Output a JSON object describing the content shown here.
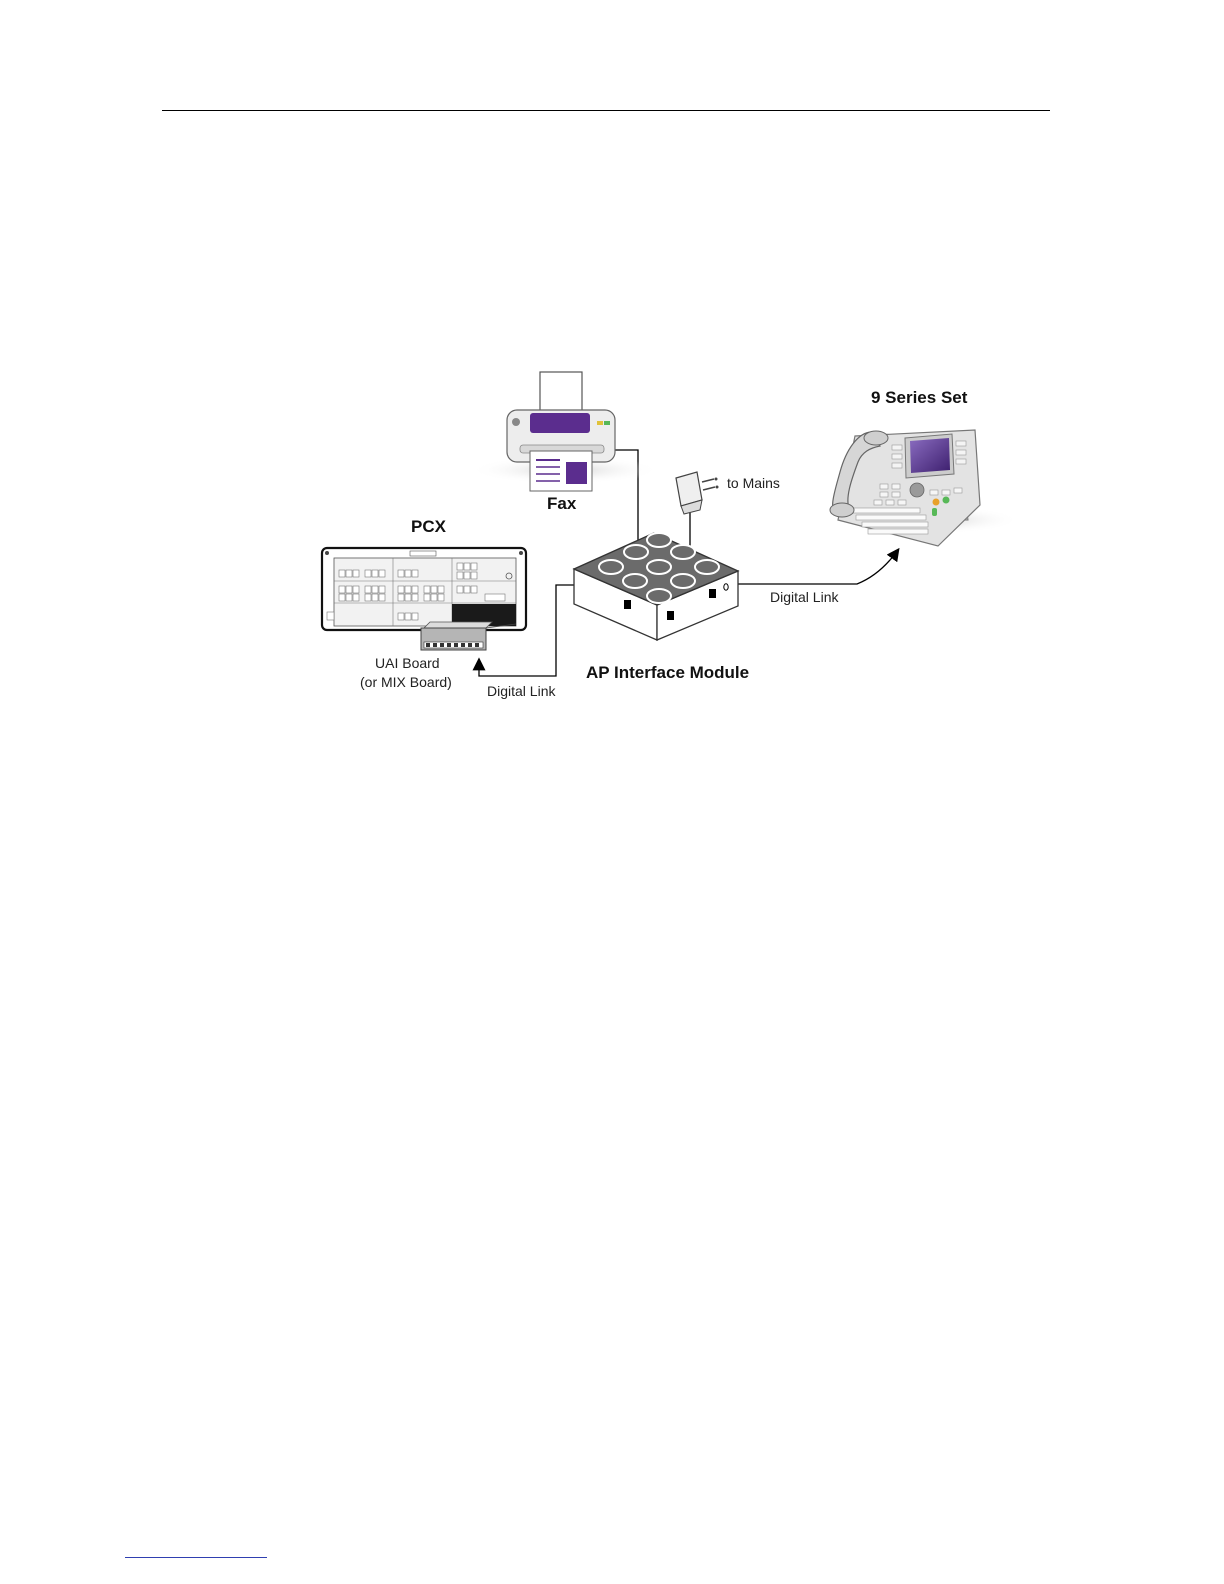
{
  "diagram": {
    "nodes": {
      "fax": {
        "label": "Fax"
      },
      "phone": {
        "label": "9 Series Set"
      },
      "pcx": {
        "label": "PCX"
      },
      "module": {
        "label": "AP Interface Module"
      },
      "adapter": {
        "label": "to Mains"
      },
      "board": {
        "label_line1": "UAI Board",
        "label_line2": "(or MIX Board)"
      }
    },
    "links": {
      "pcx_to_module": {
        "label": "Digital Link"
      },
      "module_to_phone": {
        "label": "Digital Link"
      }
    }
  },
  "colors": {
    "accent_purple": "#5b2d8e",
    "device_gray": "#e2e2e2",
    "outline": "#3a3a3a"
  }
}
